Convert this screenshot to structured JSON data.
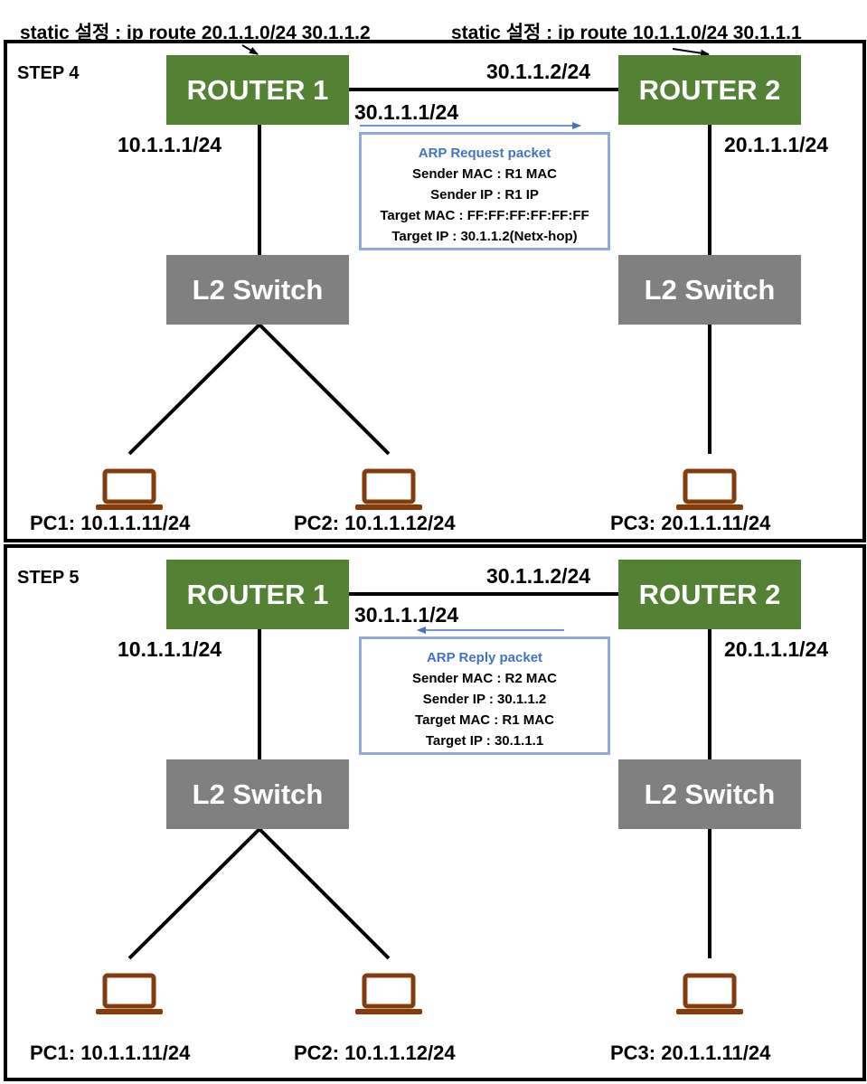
{
  "header": {
    "left_command": "static 설정 : ip route 20.1.1.0/24 30.1.1.2",
    "right_command": "static 설정 : ip route 10.1.1.0/24 30.1.1.1"
  },
  "colors": {
    "router": "#548235",
    "switch": "#808080",
    "packet_border": "#8eaadb",
    "packet_title": "#4472c4",
    "arrow": "#4472c4",
    "laptop": "#843c0c"
  },
  "steps": [
    {
      "label": "STEP 4",
      "router1": "ROUTER 1",
      "router2": "ROUTER 2",
      "switch_left": "L2 Switch",
      "switch_right": "L2 Switch",
      "r1_lan_ip": "10.1.1.1/24",
      "r2_lan_ip": "20.1.1.1/24",
      "r1_wan_ip": "30.1.1.1/24",
      "r2_wan_ip": "30.1.1.2/24",
      "packet": {
        "title": "ARP Request packet",
        "lines": [
          "Sender MAC : R1 MAC",
          "Sender IP : R1 IP",
          "Target MAC : FF:FF:FF:FF:FF:FF",
          "Target IP : 30.1.1.2(Netx-hop)"
        ],
        "arrow_direction": "right"
      },
      "pcs": [
        "PC1: 10.1.1.11/24",
        "PC2: 10.1.1.12/24",
        "PC3: 20.1.1.11/24"
      ]
    },
    {
      "label": "STEP 5",
      "router1": "ROUTER 1",
      "router2": "ROUTER 2",
      "switch_left": "L2 Switch",
      "switch_right": "L2 Switch",
      "r1_lan_ip": "10.1.1.1/24",
      "r2_lan_ip": "20.1.1.1/24",
      "r1_wan_ip": "30.1.1.1/24",
      "r2_wan_ip": "30.1.1.2/24",
      "packet": {
        "title": "ARP Reply packet",
        "lines": [
          "Sender MAC : R2 MAC",
          "Sender IP : 30.1.1.2",
          "Target MAC : R1 MAC",
          "Target IP : 30.1.1.1"
        ],
        "arrow_direction": "left"
      },
      "pcs": [
        "PC1: 10.1.1.11/24",
        "PC2: 10.1.1.12/24",
        "PC3: 20.1.1.11/24"
      ]
    }
  ]
}
